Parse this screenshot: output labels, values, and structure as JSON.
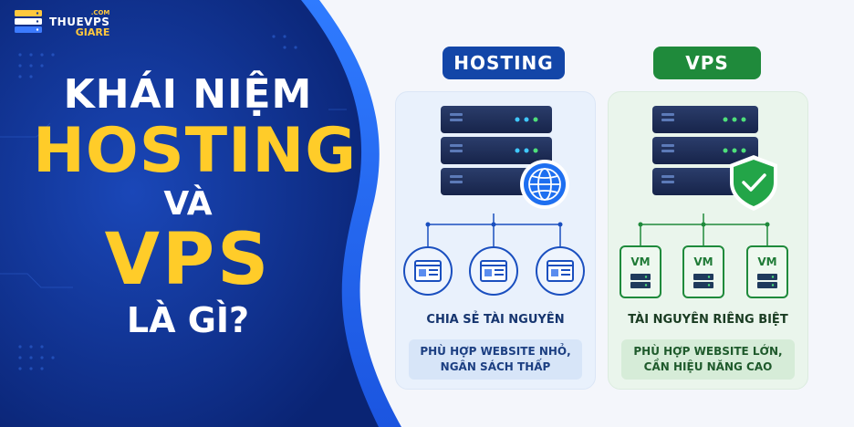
{
  "logo": {
    "com": ".COM",
    "main": "THUEVPS",
    "sub": "GIARE"
  },
  "title": {
    "line1": "KHÁI NIỆM",
    "line2": "HOSTING",
    "line3": "VÀ",
    "line4": "VPS",
    "line5": "LÀ GÌ?"
  },
  "hosting": {
    "label": "HOSTING",
    "caption": "CHIA SẺ TÀI NGUYÊN",
    "note_line1": "PHÙ HỢP WEBSITE NHỎ,",
    "note_line2": "NGÂN SÁCH THẤP"
  },
  "vps": {
    "label": "VPS",
    "caption": "TÀI NGUYÊN RIÊNG BIỆT",
    "note_line1": "PHÙ HỢP WEBSITE LỚN,",
    "note_line2": "CẦN HIỆU NĂNG CAO",
    "vm_labels": [
      "VM",
      "VM",
      "VM"
    ]
  },
  "colors": {
    "left_bg": "#0d2f8c",
    "accent_yellow": "#ffcc29",
    "hosting_blue": "#1346a8",
    "vps_green": "#1f8a3b"
  },
  "icons": {
    "logo": "server-stack-icon",
    "hosting_server": "server-rack-icon",
    "globe": "globe-icon",
    "vps_server": "server-rack-icon",
    "shield": "shield-check-icon",
    "website": "browser-window-icon",
    "vm": "virtual-machine-icon"
  }
}
